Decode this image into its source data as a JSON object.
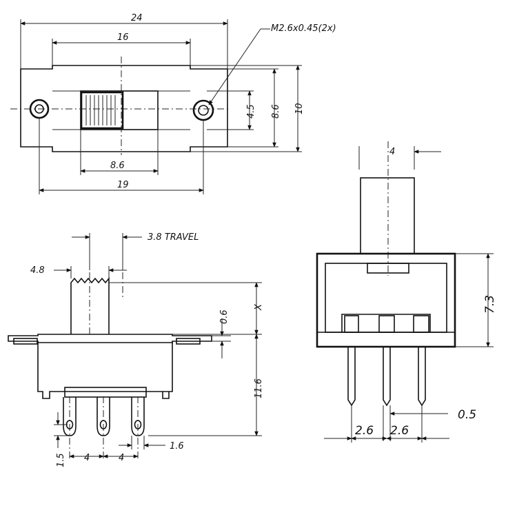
{
  "top_view": {
    "dim_24": "24",
    "dim_16": "16",
    "dim_screw": "M2.6x0.45(2x)",
    "dim_4_5": "4.5",
    "dim_8_6_vertical": "8.6",
    "dim_10": "10",
    "dim_8_6_horizontal": "8.6",
    "dim_19": "19"
  },
  "side_view": {
    "dim_travel": "3.8 TRAVEL",
    "dim_4_8": "4.8",
    "dim_0_6": "0.6",
    "dim_x": "X",
    "dim_11_6": "11.6",
    "dim_1_5": "1.5",
    "dim_pitch_1": "4",
    "dim_pitch_2": "4",
    "dim_1_6": "1.6"
  },
  "end_view": {
    "dim_4": "4",
    "dim_7_3": "7.3",
    "dim_0_5": "0.5",
    "dim_2_6_a": "2.6",
    "dim_2_6_b": "2.6"
  }
}
